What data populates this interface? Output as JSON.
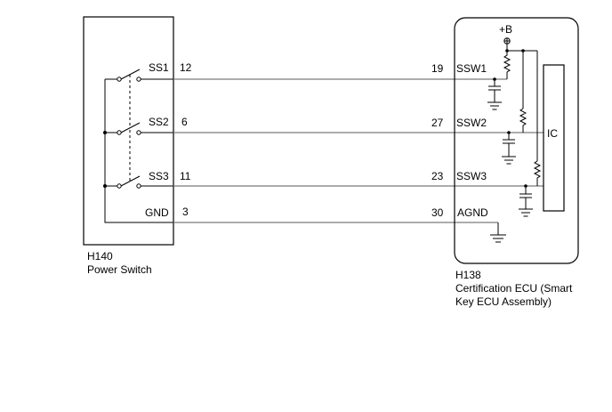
{
  "power_switch": {
    "connector": "H140",
    "name": "Power Switch",
    "pins": [
      {
        "signal": "SS1",
        "pin": "12"
      },
      {
        "signal": "SS2",
        "pin": "6"
      },
      {
        "signal": "SS3",
        "pin": "11"
      },
      {
        "signal": "GND",
        "pin": "3"
      }
    ]
  },
  "ecu": {
    "connector": "H138",
    "name_line1": "Certification ECU (Smart",
    "name_line2": "Key ECU Assembly)",
    "supply": "+B",
    "ic_label": "IC",
    "pins": [
      {
        "pin": "19",
        "signal": "SSW1"
      },
      {
        "pin": "27",
        "signal": "SSW2"
      },
      {
        "pin": "23",
        "signal": "SSW3"
      },
      {
        "pin": "30",
        "signal": "AGND"
      }
    ]
  }
}
